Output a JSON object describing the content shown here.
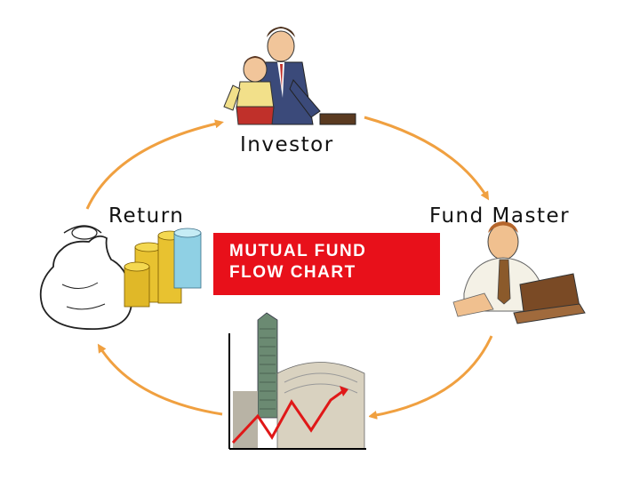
{
  "title": {
    "line1": "MUTUAL FUND",
    "line2": "FLOW CHART"
  },
  "nodes": {
    "investor": "Investor",
    "fund_master": "Fund Master",
    "return": "Return"
  },
  "colors": {
    "arrow": "#f0a040",
    "title_box": "#e8101a",
    "title_text": "#ffffff"
  },
  "icons": {
    "investor": "investor-people-icon",
    "fund_master": "fund-manager-laptop-icon",
    "market": "stock-exchange-chart-icon",
    "return": "money-bag-coins-icon"
  }
}
